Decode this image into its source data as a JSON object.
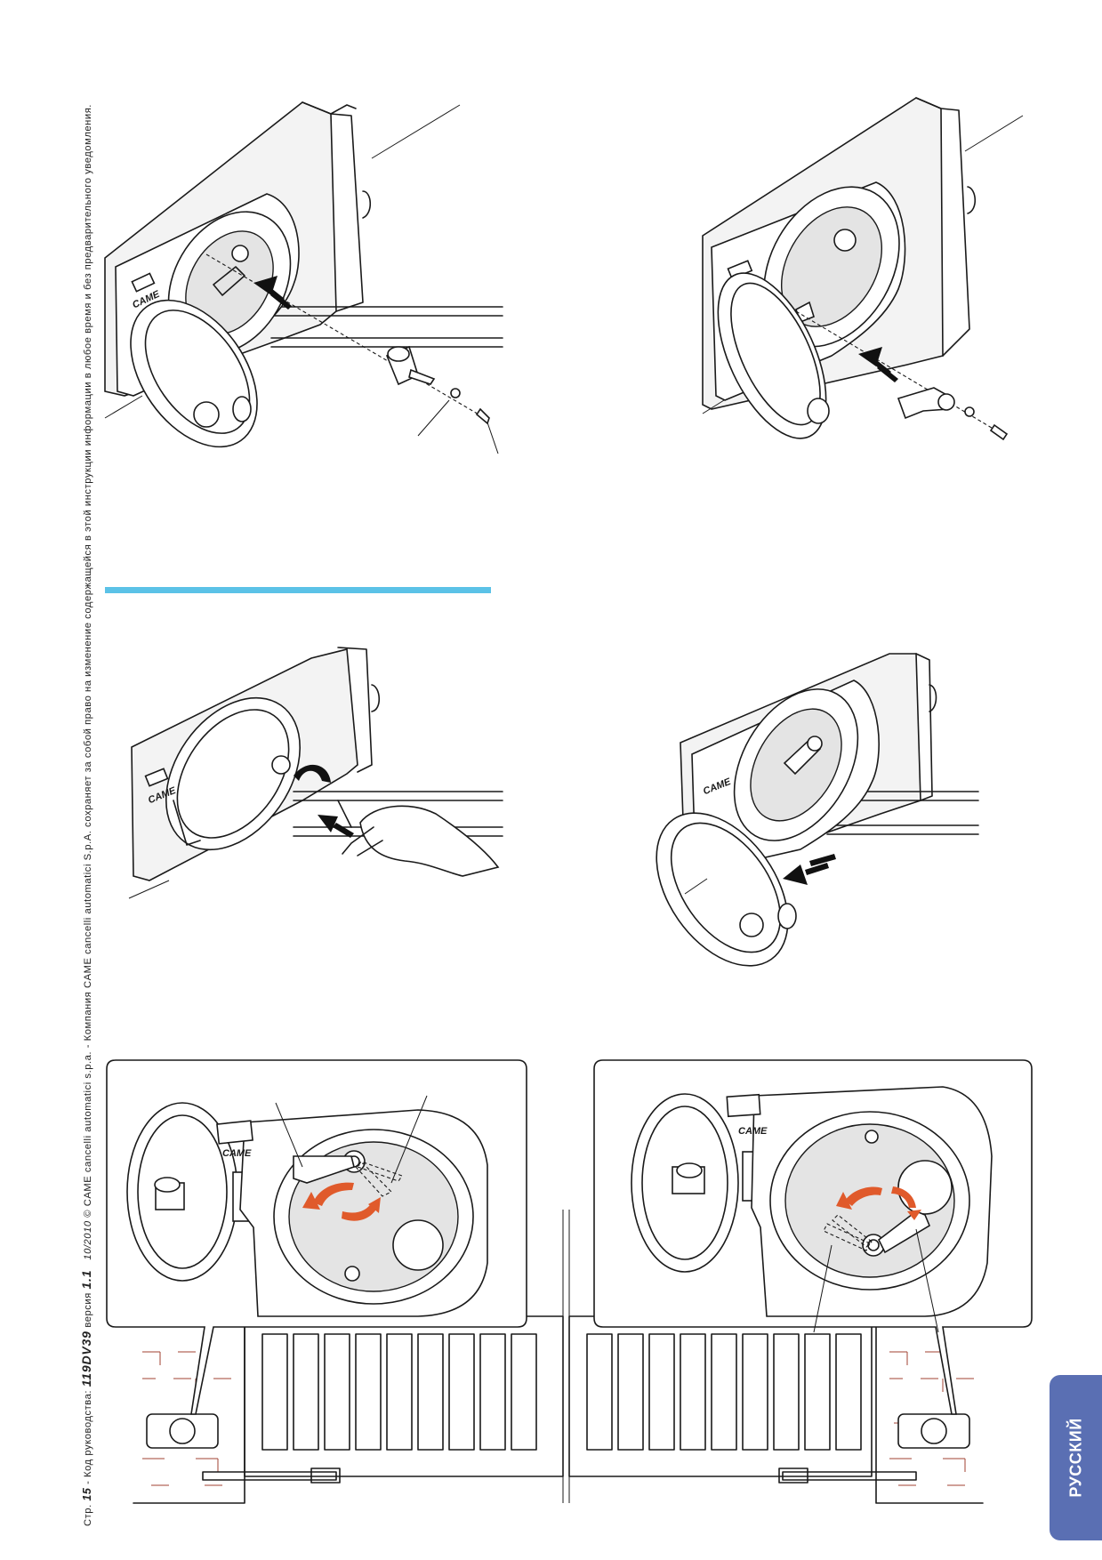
{
  "footer": {
    "page_prefix": "Стр.",
    "page_number": "15",
    "code_label": " - Код руководства: ",
    "manual_code": "119DV39",
    "version_label": " версия ",
    "version": "1.1",
    "date": "10/2010",
    "copyright": " © CAME cancelli automatici s.p.a. - Компания CAME cancelli automatici S.p.A. сохраняет за собой право на изменение содержащейся в этой инструкции информации в любое время и без предварительного уведомления."
  },
  "language_tab": "РУССКИЙ",
  "brand_mark": "CAME",
  "colors": {
    "language_tab": "#5a6fb3",
    "separator": "#5bc2e7",
    "rotation_arrows": "#e05a2b",
    "brickwork": "#a04030"
  }
}
